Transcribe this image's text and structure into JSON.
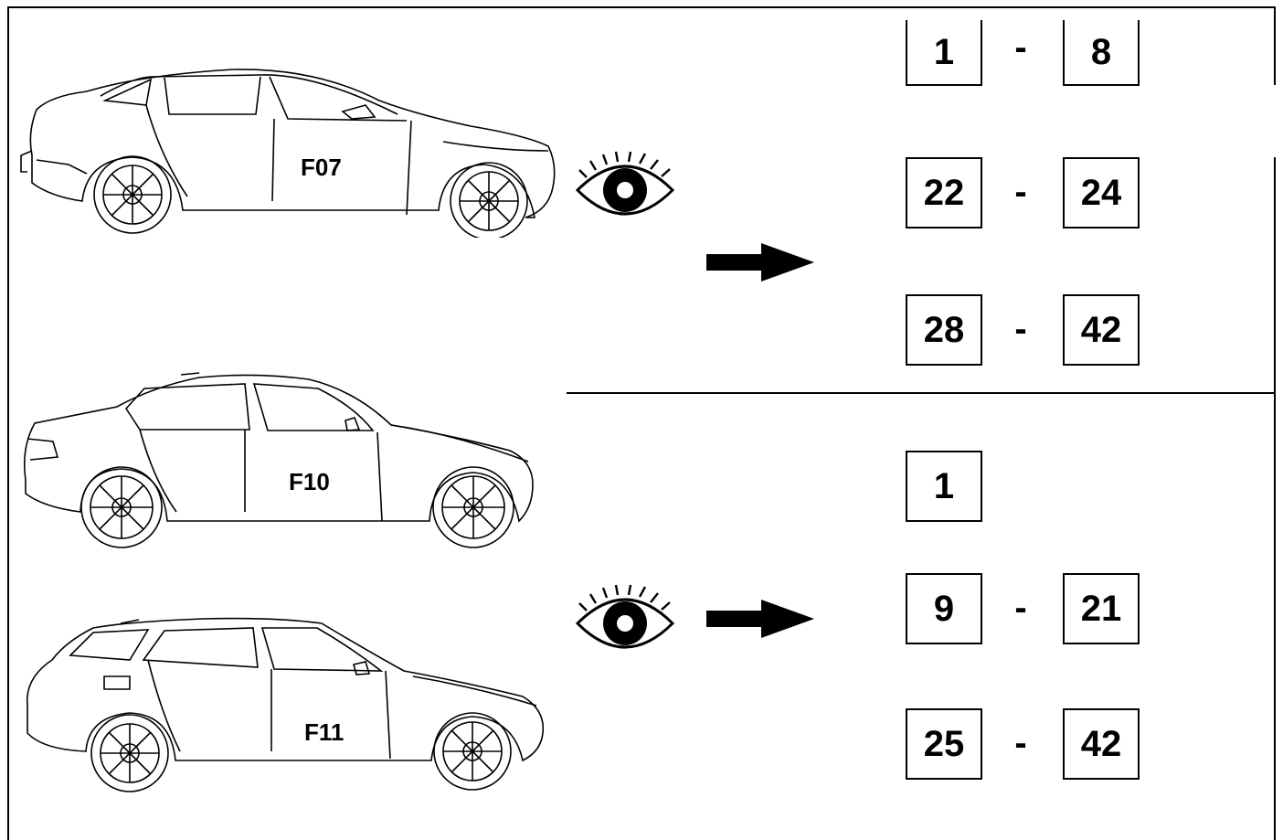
{
  "cars": [
    {
      "code": "F07",
      "icon": "gran-turismo-car-icon"
    },
    {
      "code": "F10",
      "icon": "sedan-car-icon"
    },
    {
      "code": "F11",
      "icon": "touring-car-icon"
    }
  ],
  "groups": [
    {
      "name": "F07",
      "ranges": [
        {
          "from": "1",
          "to": "8"
        },
        {
          "from": "22",
          "to": "24"
        },
        {
          "from": "28",
          "to": "42"
        }
      ]
    },
    {
      "name": "F10-F11",
      "ranges": [
        {
          "from": "1"
        },
        {
          "from": "9",
          "to": "21"
        },
        {
          "from": "25",
          "to": "42"
        }
      ]
    }
  ],
  "separator": "-",
  "icons": [
    "eye-icon",
    "arrow-right-icon"
  ]
}
